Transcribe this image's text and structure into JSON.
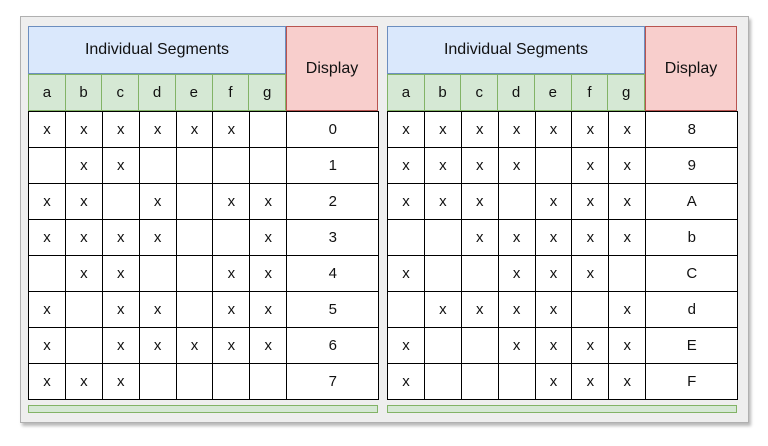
{
  "tables": [
    {
      "segments_header": "Individual Segments",
      "display_header": "Display",
      "segment_labels": [
        "a",
        "b",
        "c",
        "d",
        "e",
        "f",
        "g"
      ],
      "rows": [
        {
          "segments": [
            "x",
            "x",
            "x",
            "x",
            "x",
            "x",
            ""
          ],
          "display": "0"
        },
        {
          "segments": [
            "",
            "x",
            "x",
            "",
            "",
            "",
            ""
          ],
          "display": "1"
        },
        {
          "segments": [
            "x",
            "x",
            "",
            "x",
            "",
            "x",
            "x"
          ],
          "display": "2"
        },
        {
          "segments": [
            "x",
            "x",
            "x",
            "x",
            "",
            "",
            "x"
          ],
          "display": "3"
        },
        {
          "segments": [
            "",
            "x",
            "x",
            "",
            "",
            "x",
            "x"
          ],
          "display": "4"
        },
        {
          "segments": [
            "x",
            "",
            "x",
            "x",
            "",
            "x",
            "x"
          ],
          "display": "5"
        },
        {
          "segments": [
            "x",
            "",
            "x",
            "x",
            "x",
            "x",
            "x"
          ],
          "display": "6"
        },
        {
          "segments": [
            "x",
            "x",
            "x",
            "",
            "",
            "",
            ""
          ],
          "display": "7"
        }
      ]
    },
    {
      "segments_header": "Individual Segments",
      "display_header": "Display",
      "segment_labels": [
        "a",
        "b",
        "c",
        "d",
        "e",
        "f",
        "g"
      ],
      "rows": [
        {
          "segments": [
            "x",
            "x",
            "x",
            "x",
            "x",
            "x",
            "x"
          ],
          "display": "8"
        },
        {
          "segments": [
            "x",
            "x",
            "x",
            "x",
            "",
            "x",
            "x"
          ],
          "display": "9"
        },
        {
          "segments": [
            "x",
            "x",
            "x",
            "",
            "x",
            "x",
            "x"
          ],
          "display": "A"
        },
        {
          "segments": [
            "",
            "",
            "x",
            "x",
            "x",
            "x",
            "x"
          ],
          "display": "b"
        },
        {
          "segments": [
            "x",
            "",
            "",
            "x",
            "x",
            "x",
            ""
          ],
          "display": "C"
        },
        {
          "segments": [
            "",
            "x",
            "x",
            "x",
            "x",
            "",
            "x"
          ],
          "display": "d"
        },
        {
          "segments": [
            "x",
            "",
            "",
            "x",
            "x",
            "x",
            "x"
          ],
          "display": "E"
        },
        {
          "segments": [
            "x",
            "",
            "",
            "",
            "x",
            "x",
            "x"
          ],
          "display": "F"
        }
      ]
    }
  ],
  "colors": {
    "segments_header_fill": "#dae8fc",
    "display_header_fill": "#f8cecc",
    "segment_label_fill": "#d5e8d4"
  }
}
